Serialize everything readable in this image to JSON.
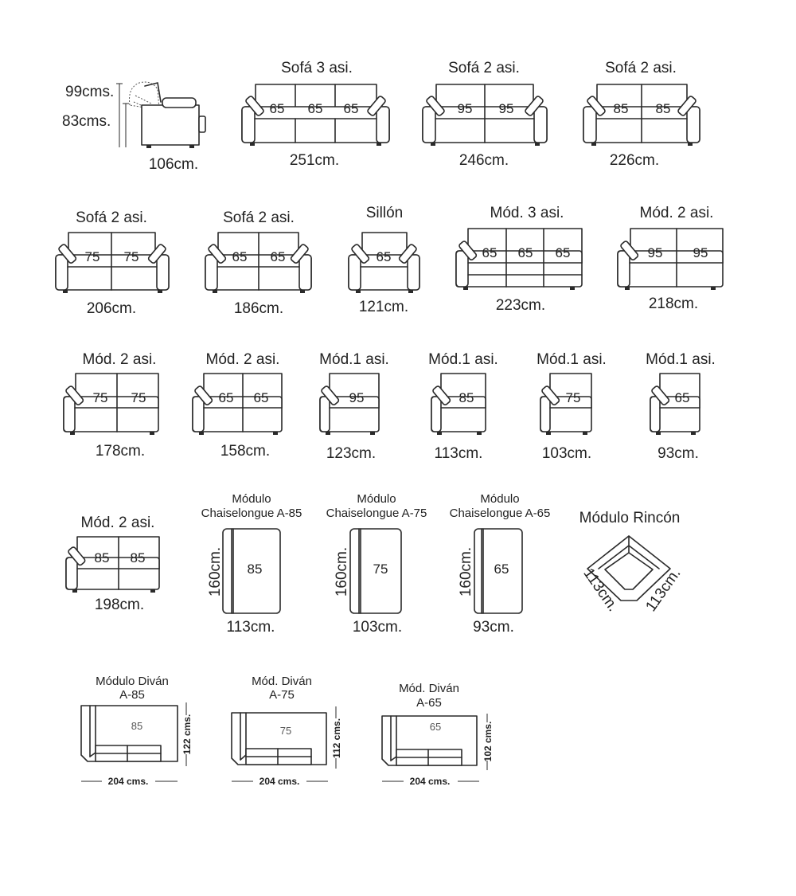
{
  "colors": {
    "line": "#2a2a2a",
    "text": "#222222",
    "background": "#ffffff"
  },
  "profile": {
    "height_back": "99cms.",
    "height_seat": "83cms.",
    "depth": "106cm."
  },
  "rows": [
    [
      {
        "title": "Sofá 3 asi.",
        "seats": [
          "65",
          "65",
          "65"
        ],
        "width": "251cm."
      },
      {
        "title": "Sofá 2 asi.",
        "seats": [
          "95",
          "95"
        ],
        "width": "246cm."
      },
      {
        "title": "Sofá 2 asi.",
        "seats": [
          "85",
          "85"
        ],
        "width": "226cm."
      }
    ],
    [
      {
        "title": "Sofá 2 asi.",
        "seats": [
          "75",
          "75"
        ],
        "width": "206cm."
      },
      {
        "title": "Sofá 2 asi.",
        "seats": [
          "65",
          "65"
        ],
        "width": "186cm."
      },
      {
        "title": "Sillón",
        "seats": [
          "65"
        ],
        "width": "121cm."
      },
      {
        "title": "Mód. 3 asi.",
        "seats": [
          "65",
          "65",
          "65"
        ],
        "width": "223cm."
      },
      {
        "title": "Mód. 2 asi.",
        "seats": [
          "95",
          "95"
        ],
        "width": "218cm."
      }
    ],
    [
      {
        "title": "Mód. 2 asi.",
        "seats": [
          "75",
          "75"
        ],
        "width": "178cm."
      },
      {
        "title": "Mód. 2 asi.",
        "seats": [
          "65",
          "65"
        ],
        "width": "158cm."
      },
      {
        "title": "Mód.1 asi.",
        "seats": [
          "95"
        ],
        "width": "123cm."
      },
      {
        "title": "Mód.1 asi.",
        "seats": [
          "85"
        ],
        "width": "113cm."
      },
      {
        "title": "Mód.1 asi.",
        "seats": [
          "75"
        ],
        "width": "103cm."
      },
      {
        "title": "Mód.1 asi.",
        "seats": [
          "65"
        ],
        "width": "93cm."
      }
    ]
  ],
  "mod2_85": {
    "title": "Mód. 2 asi.",
    "seats": [
      "85",
      "85"
    ],
    "width": "198cm."
  },
  "chaiselongues": [
    {
      "title1": "Módulo",
      "title2": "Chaiselongue A-85",
      "seat": "85",
      "depth": "160cm.",
      "width": "113cm."
    },
    {
      "title1": "Módulo",
      "title2": "Chaiselongue A-75",
      "seat": "75",
      "depth": "160cm.",
      "width": "103cm."
    },
    {
      "title1": "Módulo",
      "title2": "Chaiselongue A-65",
      "seat": "65",
      "depth": "160cm.",
      "width": "93cm."
    }
  ],
  "rincon": {
    "title": "Módulo Rincón",
    "side_a": "113cm.",
    "side_b": "113cm."
  },
  "divanes": [
    {
      "title1": "Módulo Diván",
      "title2": "A-85",
      "seat": "85",
      "width": "204 cms.",
      "depth": "122 cms."
    },
    {
      "title1": "Mód. Diván",
      "title2": "A-75",
      "seat": "75",
      "width": "204 cms.",
      "depth": "112 cms."
    },
    {
      "title1": "Mód. Diván",
      "title2": "A-65",
      "seat": "65",
      "width": "204 cms.",
      "depth": "102 cms."
    }
  ]
}
